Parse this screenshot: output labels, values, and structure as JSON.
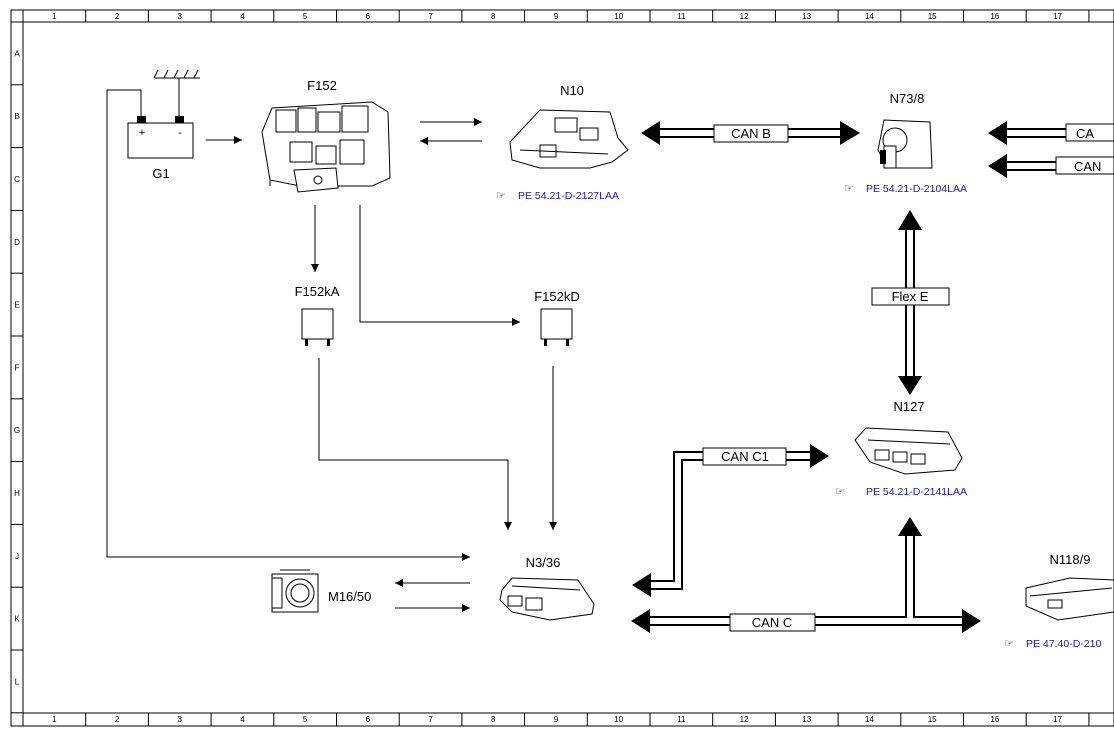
{
  "grid": {
    "columns": [
      "1",
      "2",
      "3",
      "4",
      "5",
      "6",
      "7",
      "8",
      "9",
      "10",
      "11",
      "12",
      "13",
      "14",
      "15",
      "16",
      "17"
    ],
    "rows": [
      "A",
      "B",
      "C",
      "D",
      "E",
      "F",
      "G",
      "H",
      "J",
      "K",
      "L"
    ]
  },
  "components": {
    "g1": "G1",
    "f152": "F152",
    "n10": "N10",
    "n73_8": "N73/8",
    "f152ka": "F152kA",
    "f152kd": "F152kD",
    "n127": "N127",
    "n3_36": "N3/36",
    "m16_50": "M16/50",
    "n118_9": "N118/9"
  },
  "battery": {
    "plus": "+",
    "minus": "-"
  },
  "buses": {
    "can_b": "CAN B",
    "flex_e": "Flex E",
    "can_c1": "CAN C1",
    "can_c": "CAN C",
    "edge_top": "CA",
    "edge_mid": "CAN"
  },
  "references": {
    "n10": "PE 54.21-D-2127LAA",
    "n73_8": "PE 54.21-D-2104LAA",
    "n127": "PE 54.21-D-2141LAA",
    "n118_9": "PE 47.40-D-210"
  },
  "colors": {
    "reference_link": "#1a1aa6",
    "line": "#000000"
  }
}
